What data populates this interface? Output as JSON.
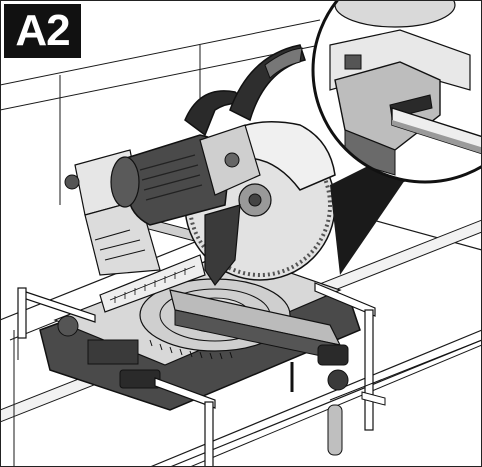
{
  "figure": {
    "label": "A2"
  },
  "colors": {
    "ink": "#1a1a1a",
    "dark_gray": "#3a3a3a",
    "mid_gray": "#8a8a8a",
    "light_gray": "#c8c8c8",
    "pale_gray": "#e6e6e6",
    "background": "#ffffff"
  },
  "icons": {
    "detail_zoom": "magnify-circle",
    "saw": "miter-saw-illustration"
  }
}
